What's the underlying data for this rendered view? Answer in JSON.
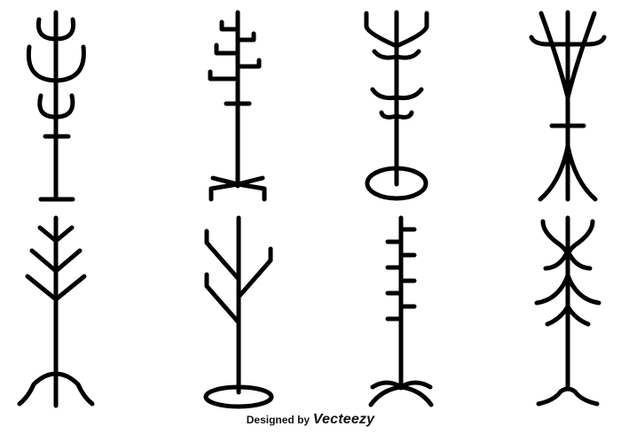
{
  "artwork": {
    "subject": "Coat rack icon set",
    "stroke_color": "#000000",
    "background_color": "#ffffff",
    "items": [
      {
        "id": "rack-1",
        "style": "cup-hooks"
      },
      {
        "id": "rack-2",
        "style": "square-hooks-x-base"
      },
      {
        "id": "rack-3",
        "style": "curved-hooks-ring-base"
      },
      {
        "id": "rack-4",
        "style": "bentwood-splayed"
      },
      {
        "id": "rack-5",
        "style": "chevron-branches-arched-base"
      },
      {
        "id": "rack-6",
        "style": "tree-branches-ring-base"
      },
      {
        "id": "rack-7",
        "style": "peg-hooks-arched-base"
      },
      {
        "id": "rack-8",
        "style": "curled-hooks-arched-base"
      }
    ]
  },
  "credit": {
    "prefix": "Designed by",
    "brand": "Vecteezy"
  }
}
